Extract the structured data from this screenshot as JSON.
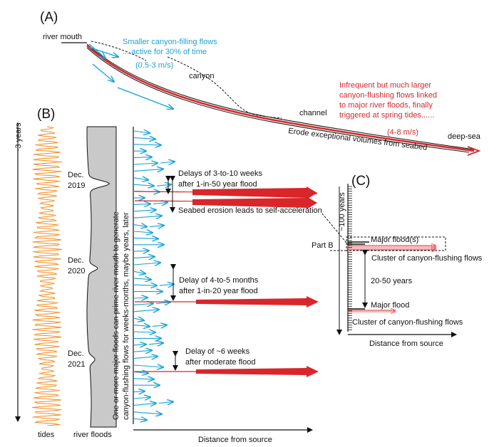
{
  "colors": {
    "blue": "#1aa3d6",
    "red": "#d8262b",
    "orange": "#ef8a1c",
    "black": "#111111",
    "grey": "#c9c9c9"
  },
  "panel_a": {
    "label": "(A)",
    "river_mouth": "river mouth",
    "small_flows_line1": "Smaller canyon-filling flows",
    "small_flows_line2": "....active for 30% of time",
    "small_flows_speed": "(0.5-3 m/s)",
    "canyon": "canyon",
    "channel": "channel",
    "deep_sea": "deep-sea",
    "erode": "Erode exceptional volumes from seabed",
    "large_line1": "Infrequent but much larger",
    "large_line2": "canyon-flushing flows linked",
    "large_line3": "to major river floods, finally",
    "large_line4": "triggered at spring tides......",
    "large_speed": "(4-8 m/s)"
  },
  "panel_b": {
    "label": "(B)",
    "years": "~3 years",
    "dec2019_a": "Dec.",
    "dec2019_b": "2019",
    "dec2020_a": "Dec.",
    "dec2020_b": "2020",
    "dec2021_a": "Dec.",
    "dec2021_b": "2021",
    "vertical_line1": "One or more major floods can prime river mouth to generate",
    "vertical_line2": "canyon-flushing flows for weeks-months, maybe years, later",
    "delay1_line1": "Delays of 3-to-10 weeks",
    "delay1_line2": "after 1-in-50 year flood",
    "self_accel": "Seabed erosion leads to self-acceleration",
    "delay2_line1": "Delay of 4-to-5 months",
    "delay2_line2": "after 1-in-20 year flood",
    "delay3_line1": "Delay of ~6 weeks",
    "delay3_line2": "after moderate flood",
    "part_b": "Part B",
    "tides": "tides",
    "river_floods": "river floods",
    "distance": "Distance from source"
  },
  "panel_c": {
    "label": "(C)",
    "years": "~100 years",
    "major_floods": "Major flood(s)",
    "cluster1": "Cluster of canyon-flushing flows",
    "span": "20-50 years",
    "major_flood": "Major flood",
    "cluster2": "Cluster of canyon-flushing flows",
    "distance": "Distance from source"
  }
}
